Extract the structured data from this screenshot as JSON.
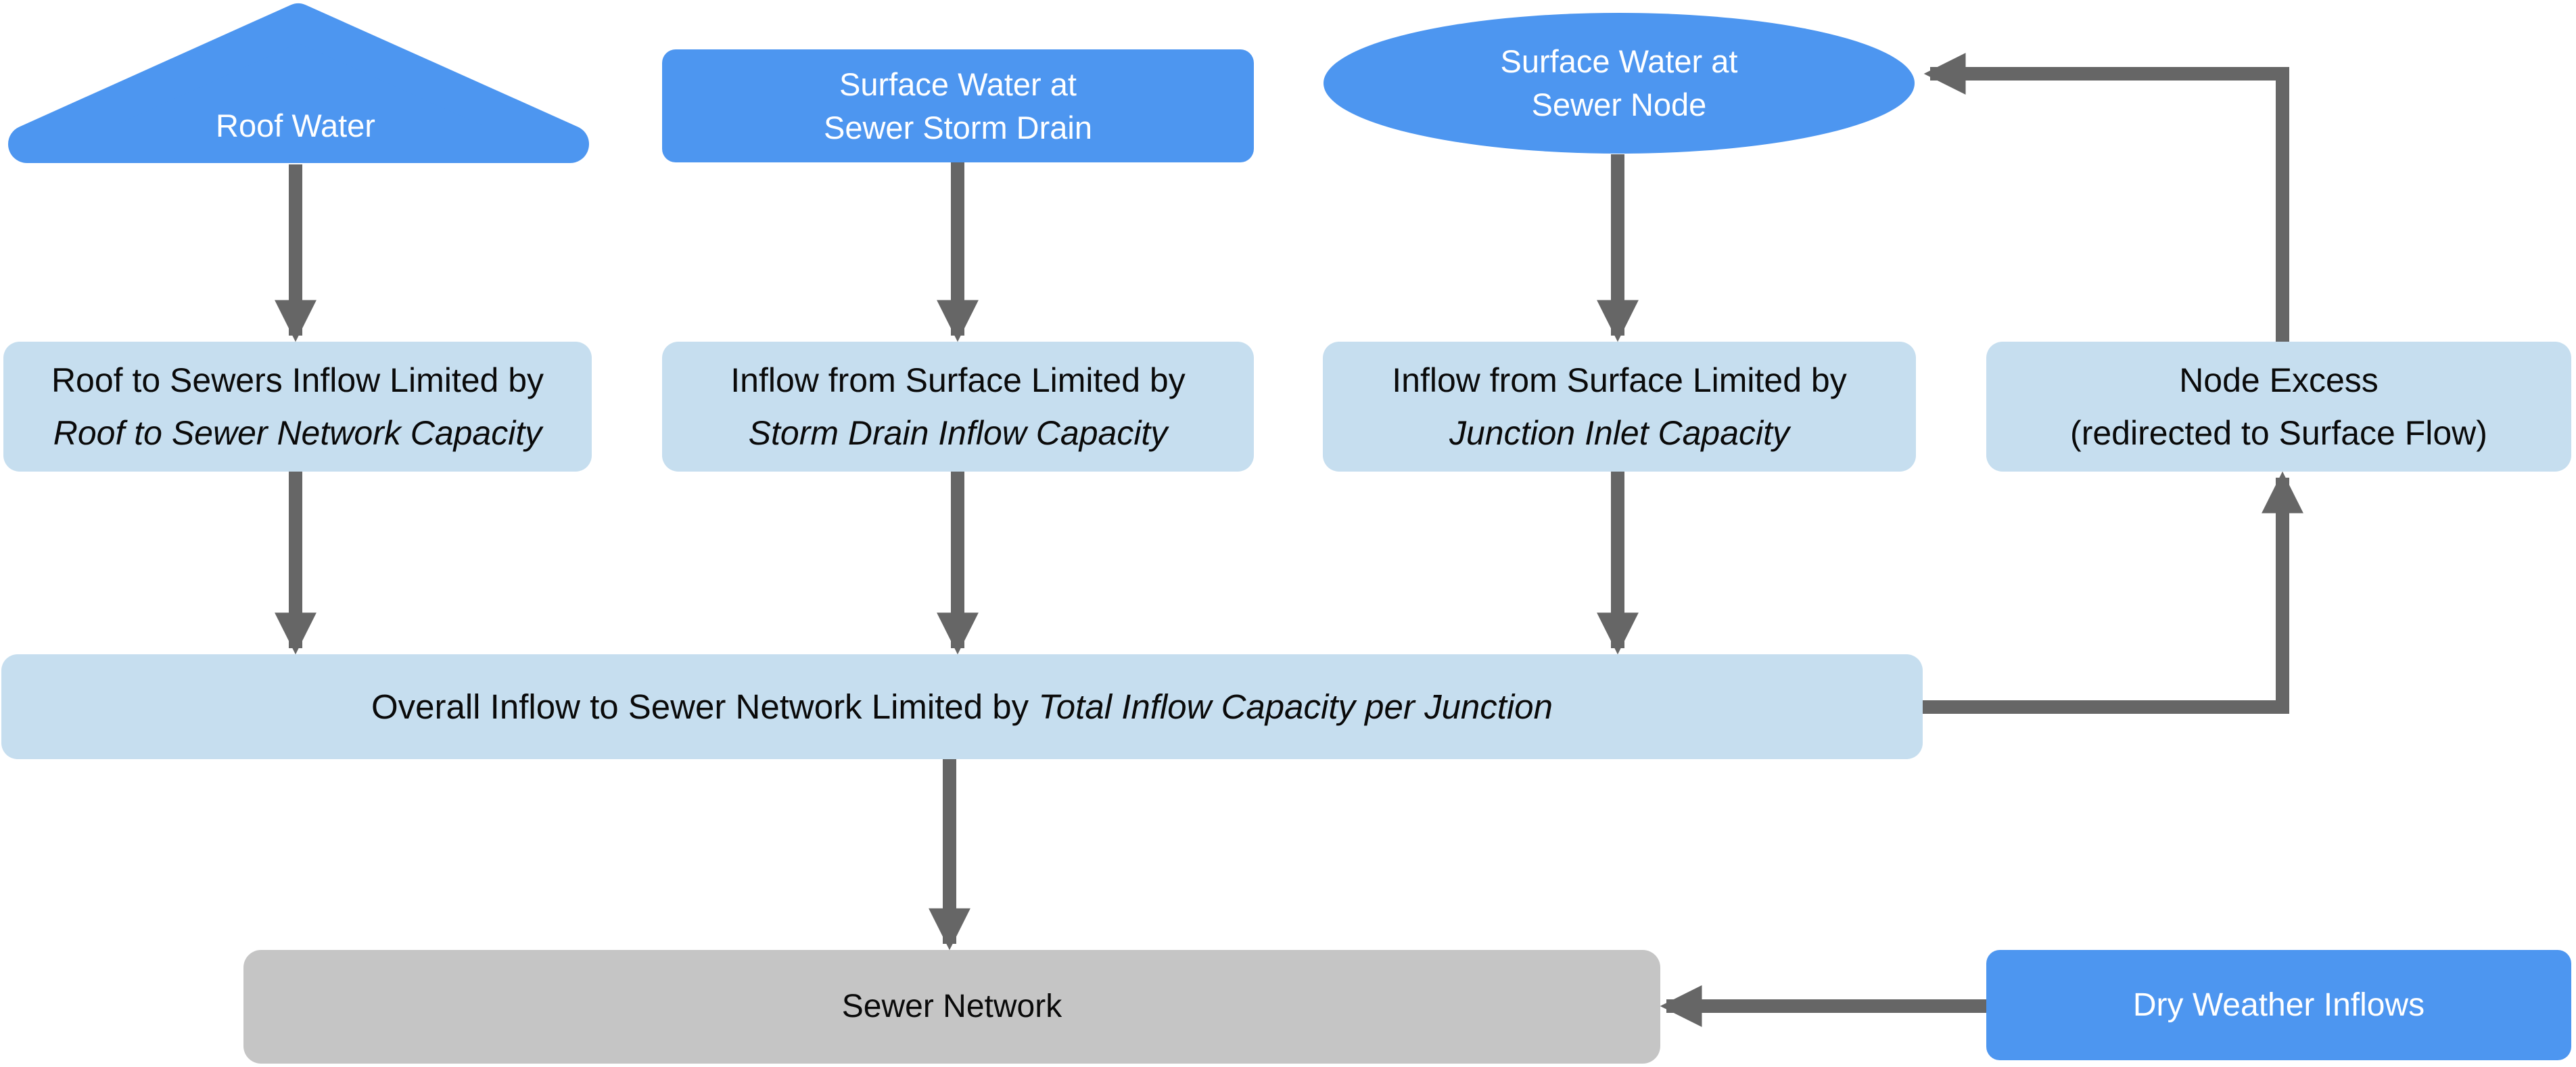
{
  "diagram": {
    "colors": {
      "background": "#ffffff",
      "node_blue": "#4d96f0",
      "node_light_blue": "#c6deef",
      "node_gray": "#c5c5c5",
      "arrow_gray": "#666666",
      "text_dark": "#0a0a0a",
      "text_light": "#ffffff"
    },
    "sources": {
      "roof_water": {
        "label": "Roof Water",
        "shape": "triangle"
      },
      "surface_storm_drain": {
        "line1": "Surface Water at",
        "line2": "Sewer Storm Drain",
        "shape": "rounded-rect"
      },
      "surface_sewer_node": {
        "line1": "Surface Water at",
        "line2": "Sewer Node",
        "shape": "ellipse"
      }
    },
    "limits": {
      "roof_limit": {
        "line1": "Roof to Sewers Inflow Limited by",
        "line2": "Roof to Sewer Network Capacity"
      },
      "storm_limit": {
        "line1": "Inflow from Surface Limited by",
        "line2": "Storm Drain Inflow Capacity"
      },
      "junction_limit": {
        "line1": "Inflow from Surface Limited by",
        "line2": "Junction Inlet Capacity"
      },
      "node_excess": {
        "line1": "Node Excess",
        "line2": "(redirected to Surface Flow)"
      }
    },
    "overall": {
      "text": "Overall Inflow to Sewer Network Limited by ",
      "text_italic": "Total Inflow Capacity per Junction"
    },
    "sinks": {
      "sewer_network": {
        "label": "Sewer Network"
      },
      "dry_weather": {
        "label": "Dry Weather Inflows"
      }
    }
  }
}
